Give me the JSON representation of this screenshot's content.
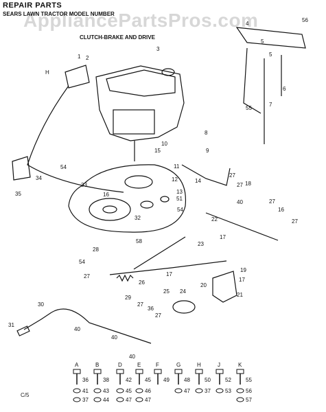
{
  "header": {
    "title": "REPAIR PARTS",
    "subtitle": "SEARS LAWN TRACTOR MODEL NUMBER",
    "section": "CLUTCH-BRAKE AND DRIVE"
  },
  "watermark": "AppliancePartsPros.com",
  "figure_code": "C/5",
  "hardware": [
    {
      "letter": "A",
      "top": "36",
      "bottom": [
        "41",
        "37"
      ]
    },
    {
      "letter": "B",
      "top": "38",
      "bottom": [
        "43",
        "44"
      ]
    },
    {
      "letter": "D",
      "top": "42",
      "bottom": [
        "45",
        "47"
      ]
    },
    {
      "letter": "E",
      "top": "45",
      "bottom": [
        "46",
        "47"
      ]
    },
    {
      "letter": "F",
      "top": "49"
    },
    {
      "letter": "G",
      "top": "48",
      "bottom": [
        "47"
      ]
    },
    {
      "letter": "H",
      "top": "50",
      "bottom": [
        "37"
      ]
    },
    {
      "letter": "J",
      "top": "52",
      "bottom": [
        "53"
      ]
    },
    {
      "letter": "K",
      "top": "55",
      "bottom": [
        "56",
        "57"
      ]
    }
  ]
}
